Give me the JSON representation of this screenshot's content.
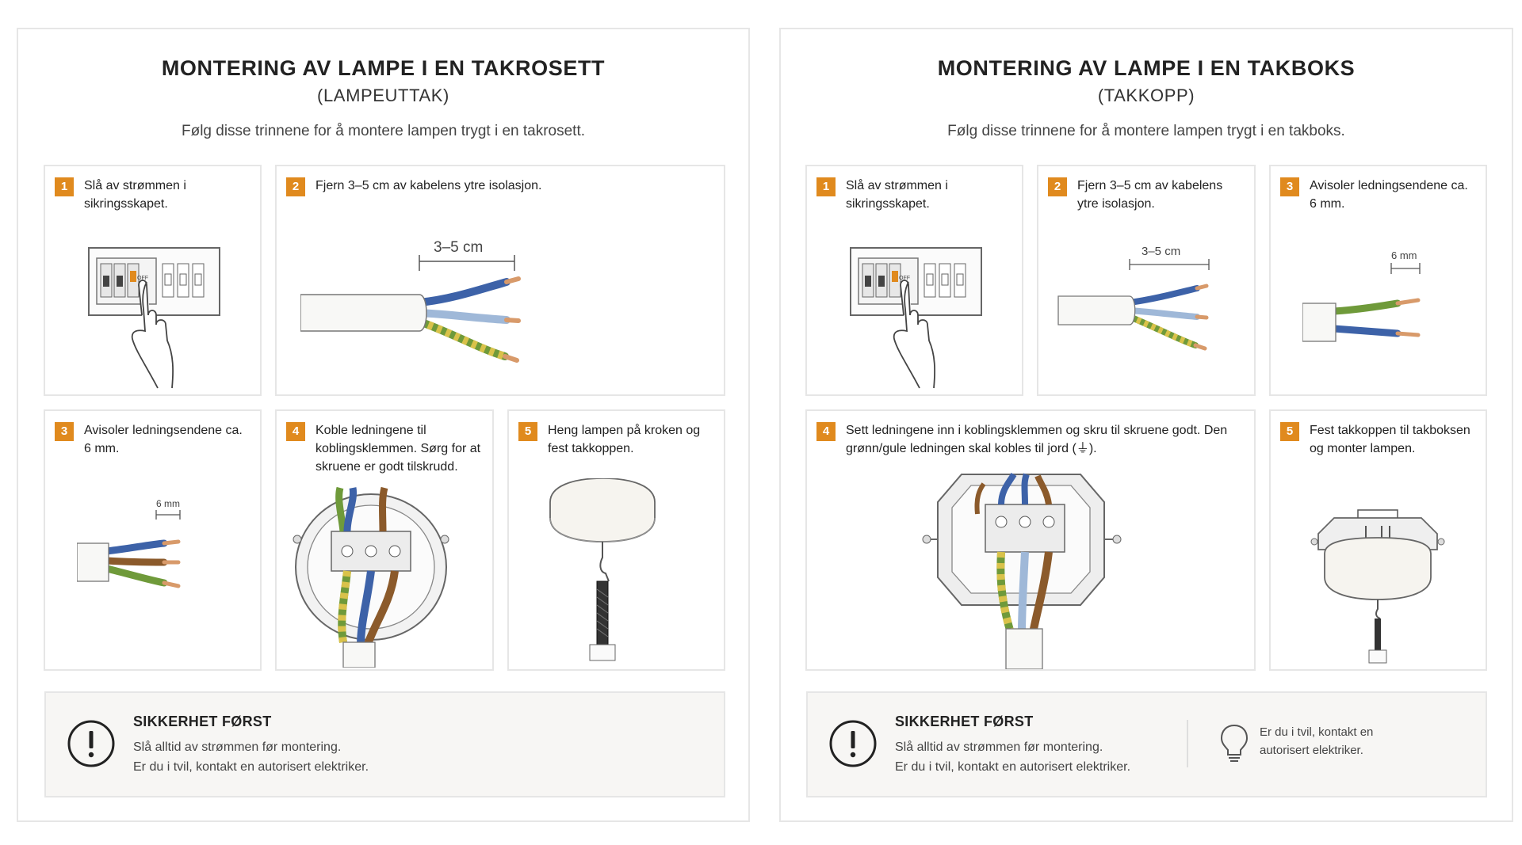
{
  "left": {
    "title": "MONTERING AV LAMPE I EN TAKROSETT",
    "subtitle": "(LAMPEUTTAK)",
    "intro": "Følg disse trinnene for å montere lampen trygt i en takrosett.",
    "steps": [
      {
        "num": "1",
        "text": "Slå av strømmen i sikringsskapet."
      },
      {
        "num": "2",
        "text": "Fjern 3–5 cm av kabelens ytre isolasjon.",
        "measure": "3–5 cm"
      },
      {
        "num": "3",
        "text": "Avisoler ledningsendene ca. 6 mm.",
        "measure": "6 mm"
      },
      {
        "num": "4",
        "text": "Koble ledningene til koblingsklemmen. Sørg for at skruene er godt tilskrudd."
      },
      {
        "num": "5",
        "text": "Heng lampen på kroken og fest takkoppen."
      }
    ],
    "safety": {
      "title": "SIKKERHET FØRST",
      "line1": "Slå alltid av strømmen før montering.",
      "line2": "Er du i tvil, kontakt en autorisert elektriker."
    }
  },
  "right": {
    "title": "MONTERING AV LAMPE I EN TAKBOKS",
    "subtitle": "(TAKKOPP)",
    "intro": "Følg disse trinnene for å montere lampen trygt i en takboks.",
    "steps": [
      {
        "num": "1",
        "text": "Slå av strømmen i sikringsskapet."
      },
      {
        "num": "2",
        "text": "Fjern 3–5 cm av kabelens ytre isolasjon.",
        "measure": "3–5 cm"
      },
      {
        "num": "3",
        "text": "Avisoler ledningsendene ca. 6 mm.",
        "measure": "6 mm"
      },
      {
        "num": "4",
        "text": "Sett ledningene inn i koblingsklemmen og skru til skruene godt. Den grønn/gule ledningen skal kobles til jord (⏚)."
      },
      {
        "num": "5",
        "text": "Fest takkoppen til takboksen og monter lampen."
      }
    ],
    "safety": {
      "title": "SIKKERHET FØRST",
      "line1": "Slå alltid av strømmen før montering.",
      "line2": "Er du i tvil, kontakt en autorisert elektriker."
    },
    "tip": "Er du i tvil, kontakt en autorisert elektriker."
  },
  "breaker_label": "OFF",
  "colors": {
    "accent": "#e08a1e",
    "wire_blue": "#3d62a8",
    "wire_brown": "#8b5a2b",
    "wire_green": "#6f9a3a",
    "wire_yellow": "#d9c24a",
    "wire_lightblue": "#9fb8d8",
    "copper": "#d89a6a"
  }
}
